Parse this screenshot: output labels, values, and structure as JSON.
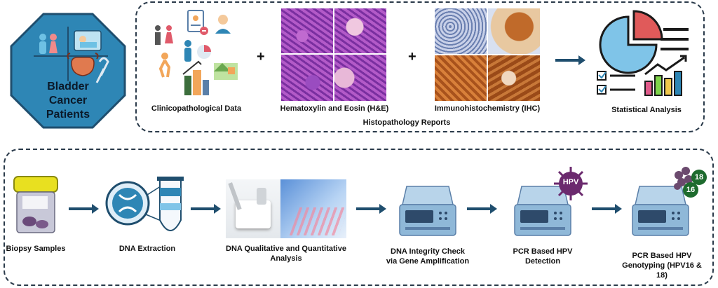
{
  "patients": {
    "title": "Bladder Cancer Patients",
    "fill_color": "#2e86b5",
    "border_color": "#1f4e6e"
  },
  "top_panel": {
    "items": [
      {
        "label": "Clinicopathological Data"
      },
      {
        "label": "Hematoxylin and Eosin (H&E)"
      },
      {
        "label": "Immunohistochemistry (IHC)"
      }
    ],
    "plus_symbol": "+",
    "group_label": "Histopathology Reports"
  },
  "statistical_analysis": {
    "label": "Statistical Analysis"
  },
  "bottom_panel": {
    "steps": [
      {
        "label": "Biopsy Samples"
      },
      {
        "label": "DNA Extraction"
      },
      {
        "label": "DNA Qualitative and Quantitative Analysis"
      },
      {
        "label": "DNA Integrity Check via Gene Amplification"
      },
      {
        "label": "PCR Based HPV Detection"
      },
      {
        "label": "PCR Based HPV Genotyping (HPV16 & 18)"
      }
    ],
    "virus_label": "HPV",
    "genotype_badges": [
      "18",
      "16"
    ]
  },
  "colors": {
    "arrow": "#1f4e6e",
    "he_stain": "#8c3aa8",
    "ihc_brown": "#a8521c",
    "ihc_blue": "#6a7fb0",
    "virus_purple": "#6b2a6e",
    "badge_green": "#1e6b2e",
    "machine_blue": "#8fb8d8"
  }
}
